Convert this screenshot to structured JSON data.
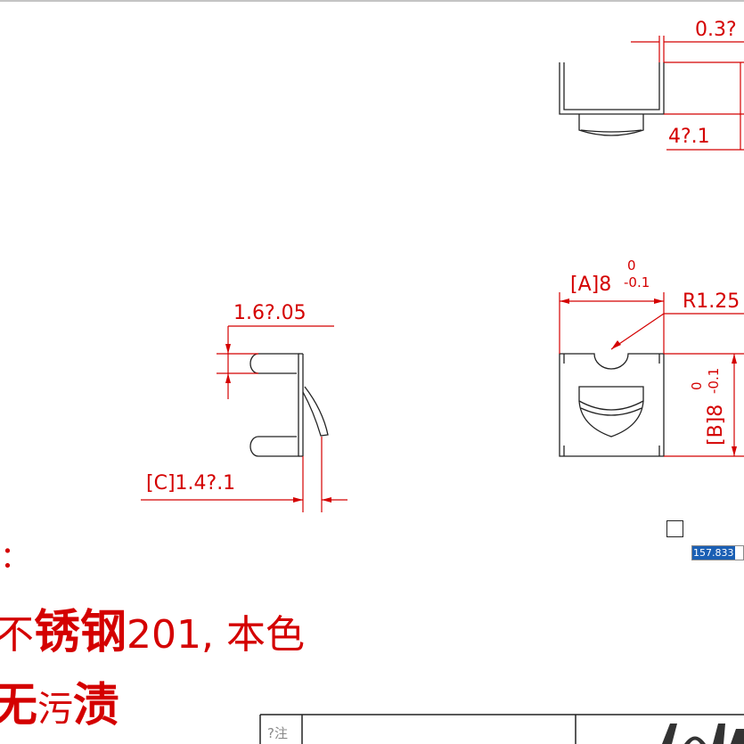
{
  "dimensions": {
    "top_thickness": "0.3?",
    "top_height": "4?.1",
    "side_width": "1.6?.05",
    "side_offset": "[C]1.4?.1",
    "front_width_prefix": "[A]8",
    "front_width_tol_upper": "0",
    "front_width_tol_lower": "-0.1",
    "radius": "R1.25",
    "front_height_prefix": "[B]8",
    "front_height_tol_upper": "0",
    "front_height_tol_lower": "-0.1"
  },
  "notes": {
    "heading": "：",
    "line1_bold": "锈钢",
    "line1_prefix": "不",
    "line1_rest": "201, 本色",
    "line2_prefix": "无",
    "line2_mid": "污",
    "line2_bold": "渍"
  },
  "cursor_readout": "157.833",
  "title_block": {
    "label": "?注"
  },
  "colors": {
    "annotation": "#d40000",
    "geometry": "#222222",
    "selection": "#1a5fb4"
  }
}
